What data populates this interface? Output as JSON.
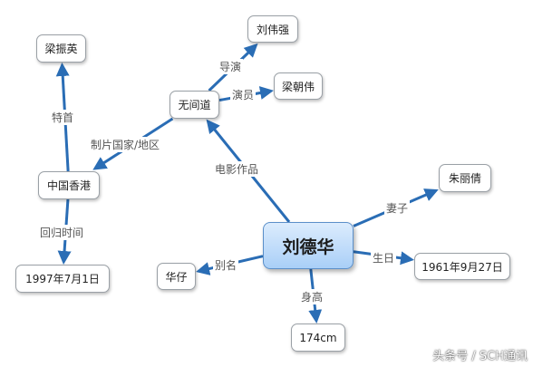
{
  "colors": {
    "edge": "#2a6db5",
    "center_fill": "#a9cff7"
  },
  "diagram": {
    "center": {
      "id": "liudehua",
      "label": "刘德华"
    },
    "nodes": [
      {
        "id": "wujiandao",
        "label": "无间道"
      },
      {
        "id": "liuweiqiang",
        "label": "刘伟强"
      },
      {
        "id": "liangchaowei",
        "label": "梁朝伟"
      },
      {
        "id": "liangzhenying",
        "label": "梁振英"
      },
      {
        "id": "zhongguoxianggang",
        "label": "中国香港"
      },
      {
        "id": "date1997",
        "label": "1997年7月1日"
      },
      {
        "id": "zhuliqian",
        "label": "朱丽倩"
      },
      {
        "id": "birth",
        "label": "1961年9月27日"
      },
      {
        "id": "huazai",
        "label": "华仔"
      },
      {
        "id": "height",
        "label": "174cm"
      }
    ],
    "edges": [
      {
        "from": "liudehua",
        "to": "wujiandao",
        "label": "电影作品"
      },
      {
        "from": "wujiandao",
        "to": "liuweiqiang",
        "label": "导演"
      },
      {
        "from": "wujiandao",
        "to": "liangchaowei",
        "label": "演员"
      },
      {
        "from": "wujiandao",
        "to": "zhongguoxianggang",
        "label": "制片国家/地区"
      },
      {
        "from": "zhongguoxianggang",
        "to": "liangzhenying",
        "label": "特首"
      },
      {
        "from": "zhongguoxianggang",
        "to": "date1997",
        "label": "回归时间"
      },
      {
        "from": "liudehua",
        "to": "zhuliqian",
        "label": "妻子"
      },
      {
        "from": "liudehua",
        "to": "birth",
        "label": "生日"
      },
      {
        "from": "liudehua",
        "to": "huazai",
        "label": "别名"
      },
      {
        "from": "liudehua",
        "to": "height",
        "label": "身高"
      }
    ]
  },
  "watermark": {
    "text": "头条号 / SCH通讯"
  }
}
